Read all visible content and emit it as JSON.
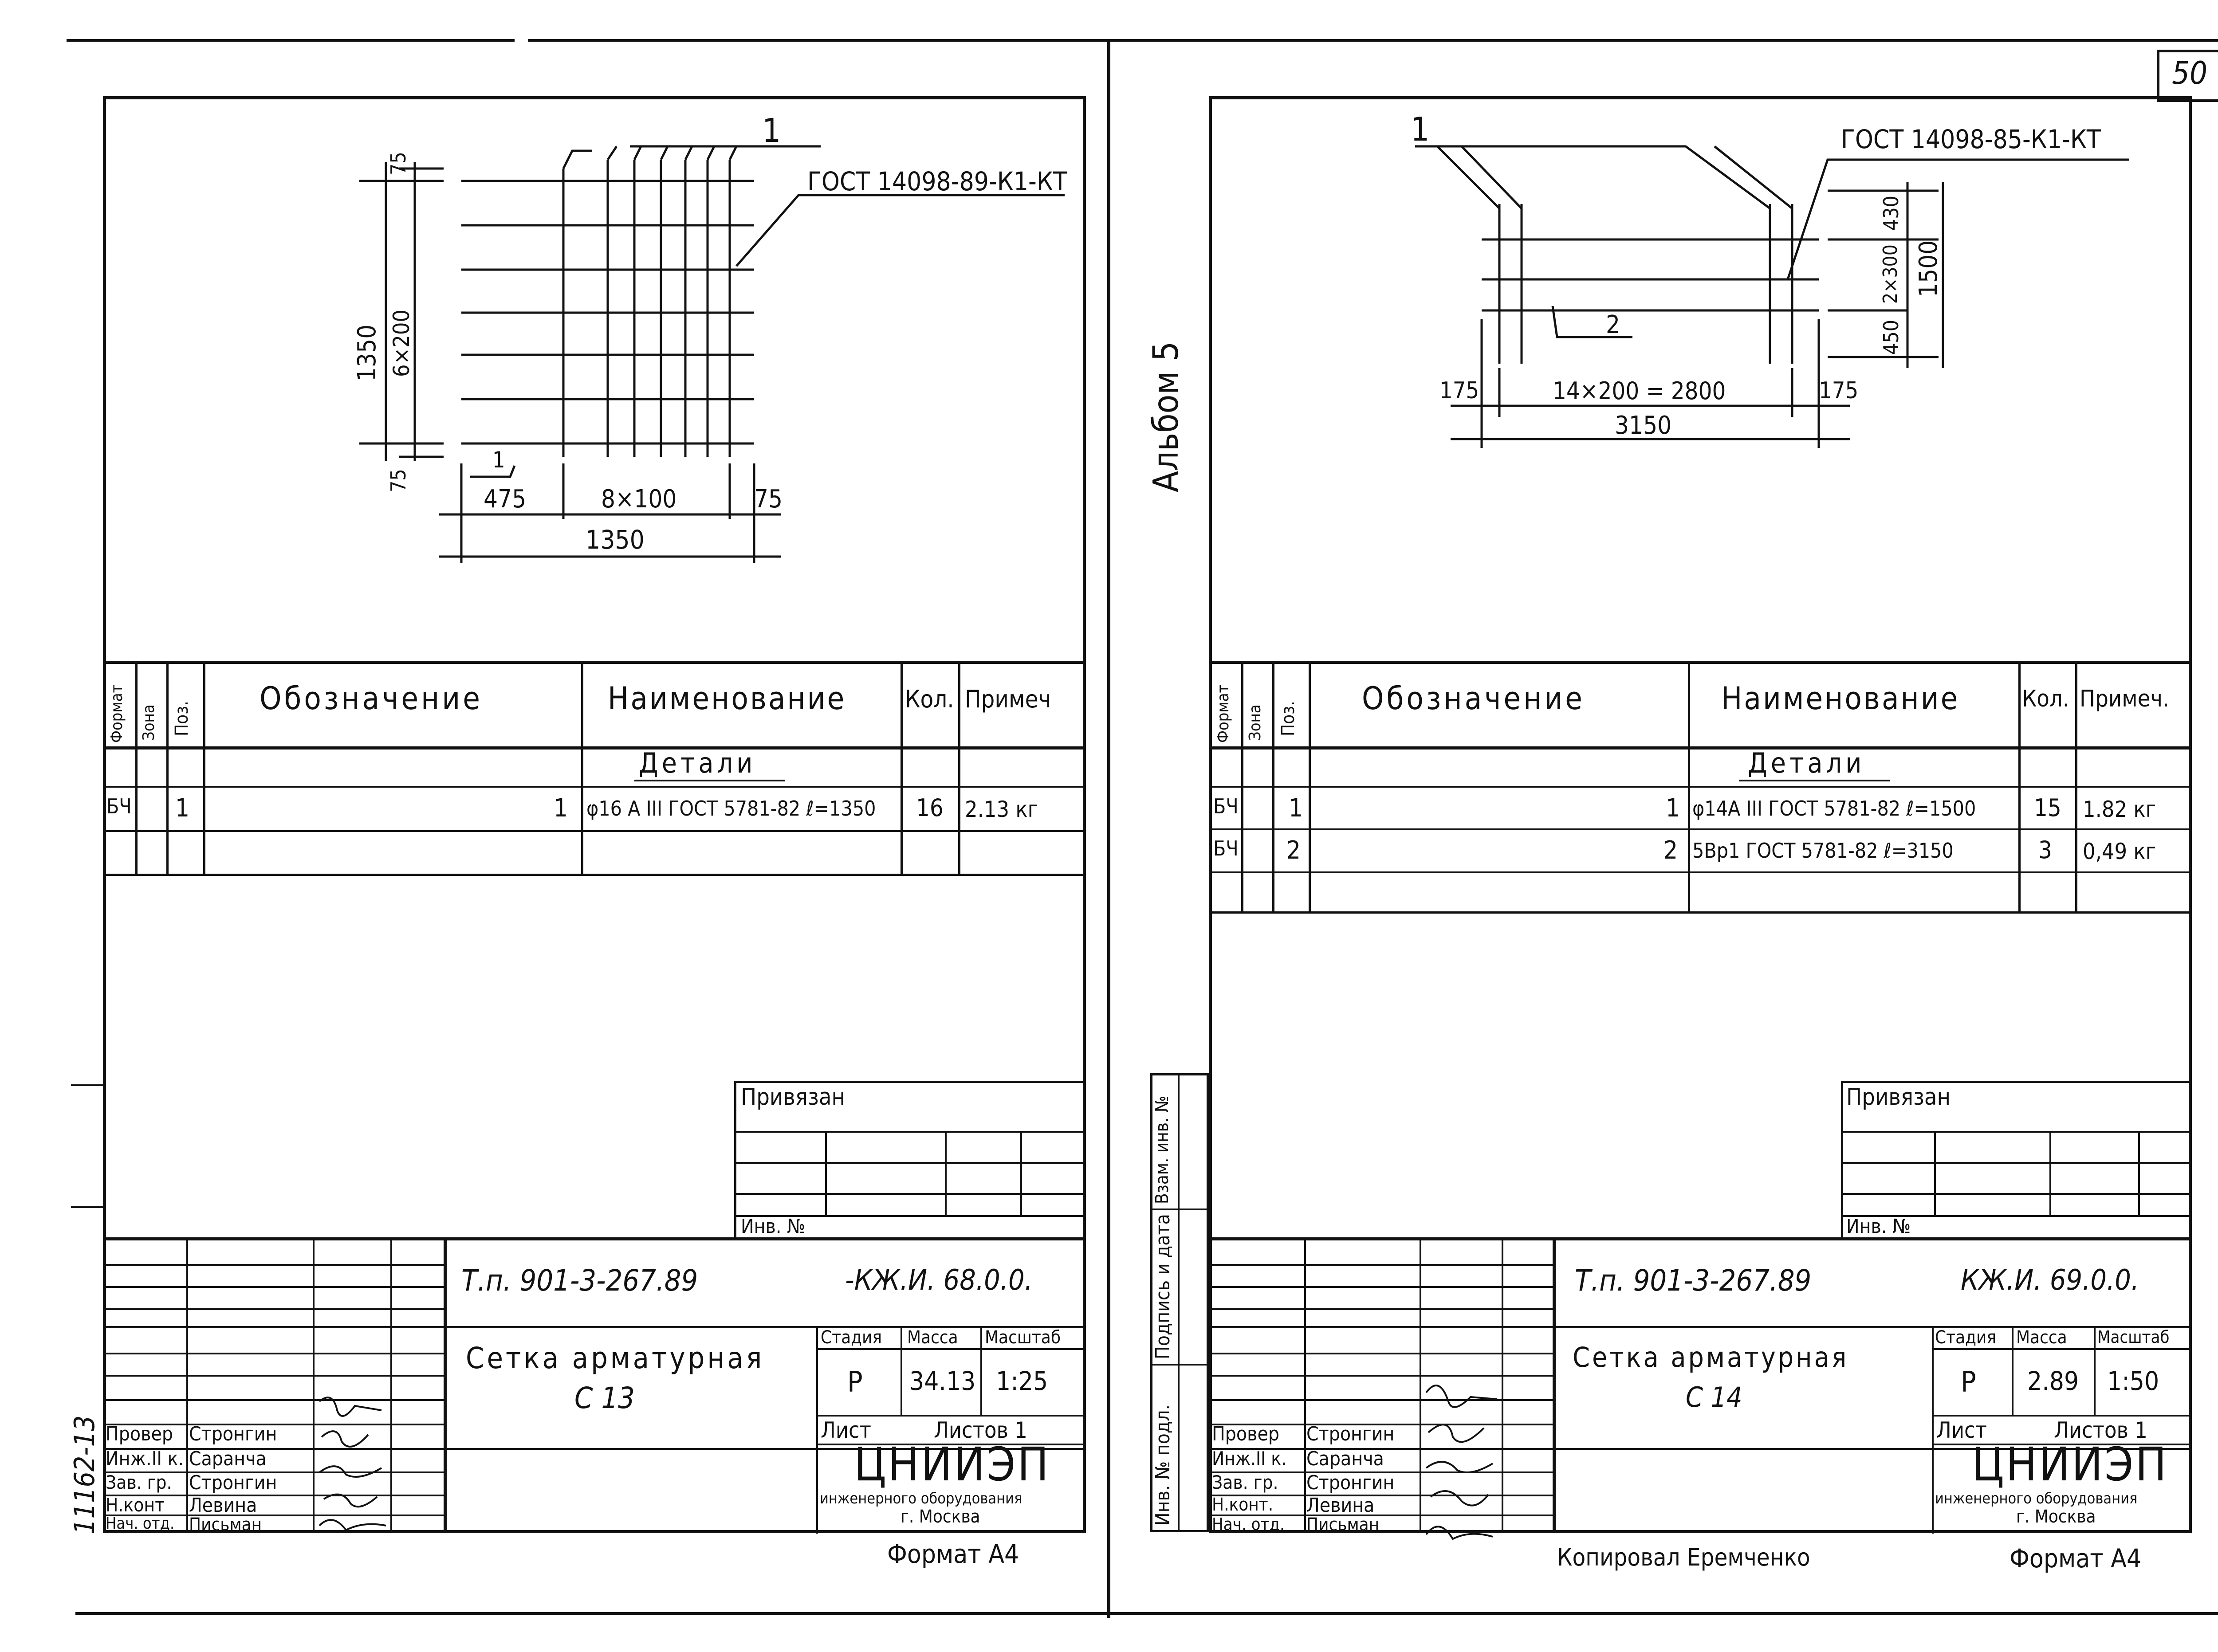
{
  "page_number": "50",
  "album_label": "Альбом 5",
  "copied_by": "Копировал Еремченко",
  "side_stamps": {
    "inv_podl": "Инв. № подл.",
    "podpis_data": "Подпись и дата",
    "vzam_inv": "Взам. инв. №",
    "left_handwritten": "11162-13"
  },
  "sheets": [
    {
      "id": "c13",
      "drawing": {
        "pos_label": "1",
        "gost_label": "ГОСТ 14098-89-К1-КТ",
        "dims": {
          "top_offset": "75",
          "bottom_offset": "75",
          "height_total": "1350",
          "height_spacing": "6×200",
          "left_offset": "475",
          "width_spacing": "8×100",
          "right_offset": "75",
          "width_total": "1350",
          "small_pos": "1"
        }
      },
      "table": {
        "headers": {
          "format": "Формат",
          "zone": "Зона",
          "pos": "Поз.",
          "designation": "Обозначение",
          "name": "Наименование",
          "qty": "Кол.",
          "note": "Примеч"
        },
        "section_title": "Детали",
        "rows": [
          {
            "format": "БЧ",
            "pos": "1",
            "designation": "1",
            "name": "φ16 А III ГОСТ 5781-82 ℓ=1350",
            "qty": "16",
            "note": "2.13 кг"
          }
        ]
      },
      "title_block": {
        "privyazan": "Привязан",
        "inv_no": "Инв. №",
        "project_code": "Т.п. 901-3-267.89",
        "doc_code": "-КЖ.И. 68.0.0.",
        "title_line1": "Сетка арматурная",
        "title_line2": "С 13",
        "stage_label": "Стадия",
        "mass_label": "Масса",
        "scale_label": "Масштаб",
        "stage": "Р",
        "mass": "34.13",
        "scale": "1:25",
        "sheet_label": "Лист",
        "sheets_label": "Листов 1",
        "org_main": "ЦНИИЭП",
        "org_sub": "инженерного оборудования",
        "org_city": "г. Москва",
        "roles": [
          {
            "role": "Провер",
            "name": "Стронгин"
          },
          {
            "role": "Инж.II к.",
            "name": "Саранча"
          },
          {
            "role": "Зав. гр.",
            "name": "Стронгин"
          },
          {
            "role": "Н.конт",
            "name": "Левина"
          },
          {
            "role": "Нач. отд.",
            "name": "Письман"
          }
        ],
        "format": "Формат А4"
      }
    },
    {
      "id": "c14",
      "drawing": {
        "pos_label": "1",
        "gost_label": "ГОСТ 14098-85-К1-КТ",
        "pos2_label": "2",
        "dims": {
          "left_offset": "175",
          "span": "14×200 = 2800",
          "right_offset": "175",
          "total": "3150",
          "v_top": "430",
          "v_mid": "2×300",
          "v_bot": "450",
          "v_total": "1500"
        }
      },
      "table": {
        "headers": {
          "format": "Формат",
          "zone": "Зона",
          "pos": "Поз.",
          "designation": "Обозначение",
          "name": "Наименование",
          "qty": "Кол.",
          "note": "Примеч."
        },
        "section_title": "Детали",
        "rows": [
          {
            "format": "БЧ",
            "pos": "1",
            "designation": "1",
            "name": "φ14А III ГОСТ 5781-82 ℓ=1500",
            "qty": "15",
            "note": "1.82 кг"
          },
          {
            "format": "БЧ",
            "pos": "2",
            "designation": "2",
            "name": "5Вр1 ГОСТ 5781-82 ℓ=3150",
            "qty": "3",
            "note": "0,49 кг"
          }
        ]
      },
      "title_block": {
        "privyazan": "Привязан",
        "inv_no": "Инв. №",
        "project_code": "Т.п. 901-3-267.89",
        "doc_code": "КЖ.И. 69.0.0.",
        "title_line1": "Сетка арматурная",
        "title_line2": "С 14",
        "stage_label": "Стадия",
        "mass_label": "Масса",
        "scale_label": "Масштаб",
        "stage": "Р",
        "mass": "2.89",
        "scale": "1:50",
        "sheet_label": "Лист",
        "sheets_label": "Листов 1",
        "org_main": "ЦНИИЭП",
        "org_sub": "инженерного оборудования",
        "org_city": "г. Москва",
        "roles": [
          {
            "role": "Провер",
            "name": "Стронгин"
          },
          {
            "role": "Инж.II к.",
            "name": "Саранча"
          },
          {
            "role": "Зав. гр.",
            "name": "Стронгин"
          },
          {
            "role": "Н.конт.",
            "name": "Левина"
          },
          {
            "role": "Нач. отд.",
            "name": "Письман"
          }
        ],
        "format": "Формат А4"
      }
    }
  ]
}
